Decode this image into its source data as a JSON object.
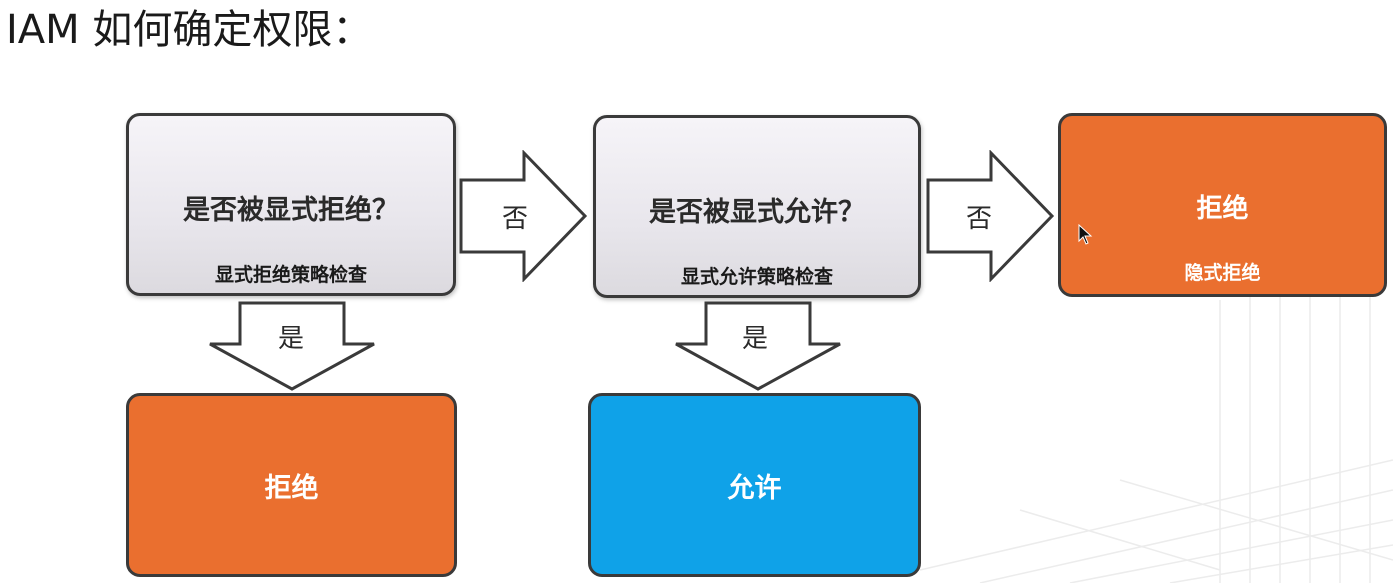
{
  "title": "IAM 如何确定权限：",
  "nodes": {
    "deny_check": {
      "question": "是否被显式拒绝？",
      "subtitle": "显式拒绝策略检查"
    },
    "allow_check": {
      "question": "是否被显式允许？",
      "subtitle": "显式允许策略检查"
    },
    "implicit_deny": {
      "label": "拒绝",
      "subtitle": "隐式拒绝"
    },
    "explicit_deny": {
      "label": "拒绝"
    },
    "allow": {
      "label": "允许"
    }
  },
  "edges": {
    "deny_no": "否",
    "allow_no": "否",
    "deny_yes": "是",
    "allow_yes": "是"
  },
  "colors": {
    "deny": "#ea6f2f",
    "allow": "#0fa2e8",
    "question_box": "#e8e6ec",
    "border": "#3a3a3a"
  }
}
